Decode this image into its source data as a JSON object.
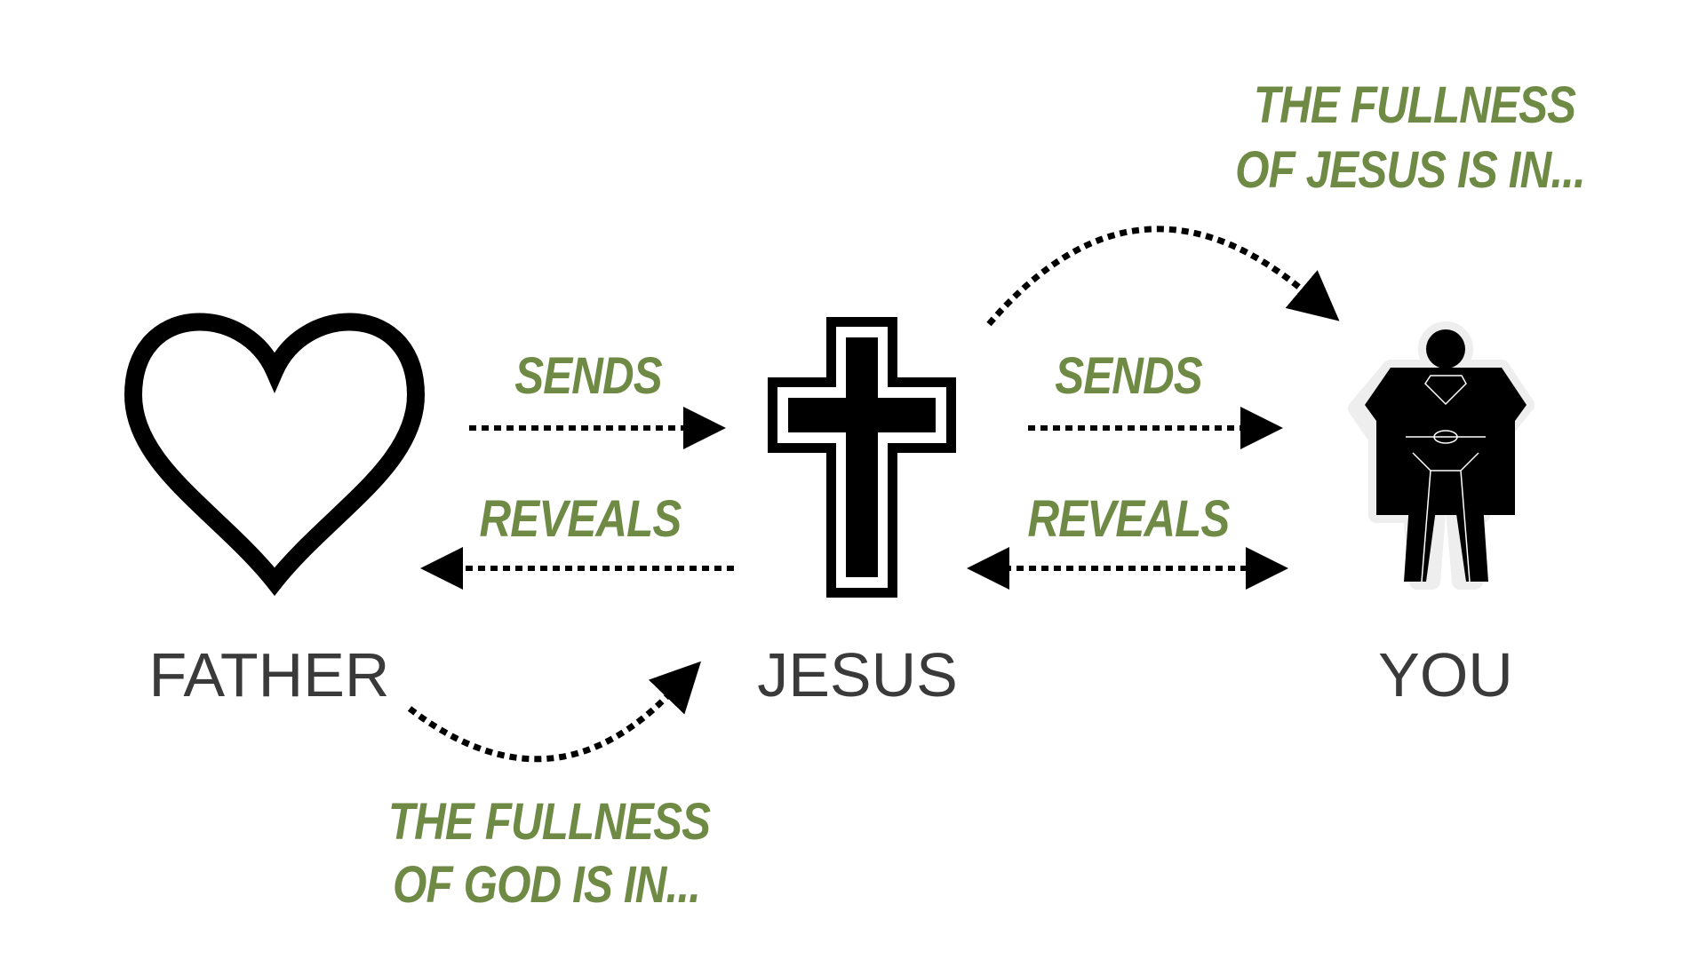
{
  "nodes": {
    "father": "FATHER",
    "jesus": "JESUS",
    "you": "YOU"
  },
  "relations": {
    "sends_1": "SENDS",
    "reveals_1": "REVEALS",
    "sends_2": "SENDS",
    "reveals_2": "REVEALS"
  },
  "fullness_jesus": {
    "line1": "THE FULLNESS",
    "line2": "OF JESUS IS IN..."
  },
  "fullness_god": {
    "line1": "THE FULLNESS",
    "line2": "OF GOD IS IN..."
  },
  "colors": {
    "accent": "#6f8a45",
    "text": "#3a3a3a"
  }
}
